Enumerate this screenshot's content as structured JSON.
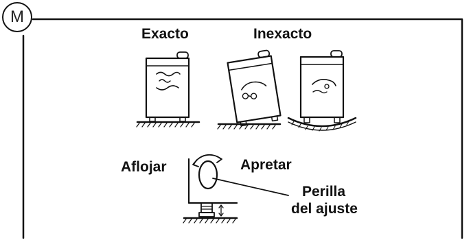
{
  "badge": {
    "letter": "M"
  },
  "labels": {
    "correct": "Exacto",
    "incorrect": "Inexacto",
    "loosen": "Aflojar",
    "tighten": "Apretar",
    "knob_line1": "Perilla",
    "knob_line2": "del ajuste"
  },
  "icons": {
    "washer_level": "washer-level-icon",
    "washer_tilted": "washer-tilted-icon",
    "washer_uneven_floor": "washer-uneven-floor-icon",
    "adjust_foot": "adjustable-foot-icon"
  },
  "colors": {
    "ink": "#111111",
    "background": "#ffffff"
  }
}
